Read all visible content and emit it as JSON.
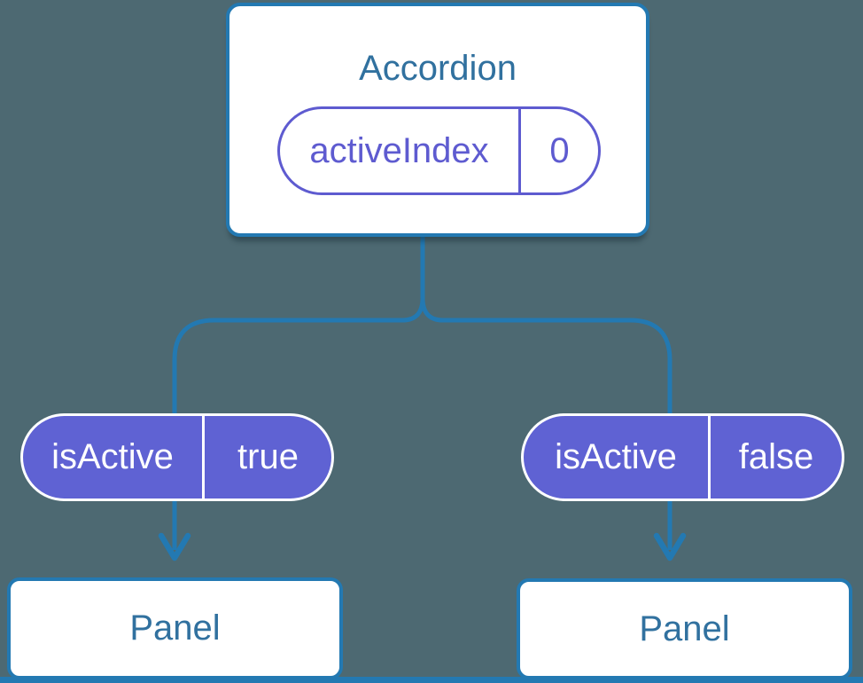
{
  "colors": {
    "background": "#4D6972",
    "line": "#2379B2",
    "heading": "#31719F",
    "purple": "#5E5BD0",
    "purple-fill": "#5F62D3",
    "card-bg": "#FFFFFF",
    "pill-text": "#FFFFFF"
  },
  "root": {
    "title": "Accordion",
    "prop": {
      "name": "activeIndex",
      "value": "0"
    }
  },
  "children": [
    {
      "prop": {
        "name": "isActive",
        "value": "true"
      },
      "label": "Panel"
    },
    {
      "prop": {
        "name": "isActive",
        "value": "false"
      },
      "label": "Panel"
    }
  ]
}
